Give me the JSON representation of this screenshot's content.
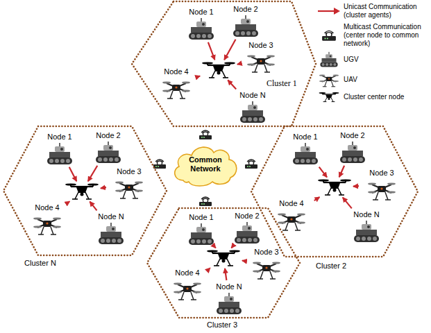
{
  "diagram": {
    "nodes": [
      {
        "text": [
          "Cluster 1"
        ]
      },
      {
        "text": [
          "Node 1"
        ],
        "in": 0
      },
      {
        "text": [
          "Node 2"
        ],
        "in": 0
      },
      {
        "text": [
          "Node 3"
        ],
        "in": 0
      },
      {
        "text": [
          "Node 4"
        ],
        "in": 0
      },
      {
        "text": [
          "Node N"
        ],
        "in": 0
      },
      {
        "text": [],
        "in": 0
      },
      {
        "text": [
          "Cluster N"
        ]
      },
      {
        "text": [
          "Node 1"
        ],
        "in": 7
      },
      {
        "text": [
          "Node 2"
        ],
        "in": 7
      },
      {
        "text": [
          "Node 3"
        ],
        "in": 7
      },
      {
        "text": [
          "Node 4"
        ],
        "in": 7
      },
      {
        "text": [
          "Node N"
        ],
        "in": 7
      },
      {
        "text": [],
        "in": 7
      },
      {
        "text": [
          "Common Network"
        ]
      },
      {
        "text": [
          "Cluster 2"
        ]
      },
      {
        "text": [
          "Node 1"
        ],
        "in": 15
      },
      {
        "text": [
          "Node 2"
        ],
        "in": 15
      },
      {
        "text": [
          "Node 3"
        ],
        "in": 15
      },
      {
        "text": [
          "Node 4"
        ],
        "in": 15
      },
      {
        "text": [
          "Node N"
        ],
        "in": 15
      },
      {
        "text": [],
        "in": 15
      },
      {
        "text": [
          "Cluster 3"
        ]
      },
      {
        "text": [
          "Node 1"
        ],
        "in": 22
      },
      {
        "text": [
          "Node 2"
        ],
        "in": 22
      },
      {
        "text": [
          "Node 3"
        ],
        "in": 22
      },
      {
        "text": [
          "Node 4"
        ],
        "in": 22
      },
      {
        "text": [
          "Node N"
        ],
        "in": 22
      },
      {
        "text": [],
        "in": 22
      }
    ],
    "edges": [
      {
        "from": 1,
        "to": 6,
        "arrow": "to"
      },
      {
        "from": 2,
        "to": 6,
        "arrow": "to"
      },
      {
        "from": 3,
        "to": 6,
        "arrow": "to"
      },
      {
        "from": 4,
        "to": 6,
        "arrow": "to"
      },
      {
        "from": 5,
        "to": 6,
        "arrow": "to"
      },
      {
        "from": 8,
        "to": 13,
        "arrow": "to"
      },
      {
        "from": 9,
        "to": 13,
        "arrow": "to"
      },
      {
        "from": 10,
        "to": 13,
        "arrow": "to"
      },
      {
        "from": 11,
        "to": 13,
        "arrow": "to"
      },
      {
        "from": 12,
        "to": 13,
        "arrow": "to"
      },
      {
        "from": 16,
        "to": 21,
        "arrow": "to"
      },
      {
        "from": 17,
        "to": 21,
        "arrow": "to"
      },
      {
        "from": 18,
        "to": 21,
        "arrow": "to"
      },
      {
        "from": 19,
        "to": 21,
        "arrow": "to"
      },
      {
        "from": 20,
        "to": 21,
        "arrow": "to"
      },
      {
        "from": 23,
        "to": 28,
        "arrow": "to"
      },
      {
        "from": 24,
        "to": 28,
        "arrow": "to"
      },
      {
        "from": 25,
        "to": 28,
        "arrow": "to"
      },
      {
        "from": 26,
        "to": 28,
        "arrow": "to"
      },
      {
        "from": 27,
        "to": 28,
        "arrow": "to"
      }
    ],
    "legend": [
      {
        "text": "Unicast Communication (cluster agents)"
      },
      {
        "text": "Multicast Communication (center node to common network)"
      },
      {
        "text": "UGV"
      },
      {
        "text": "UAV"
      },
      {
        "text": "Cluster center node"
      }
    ]
  }
}
